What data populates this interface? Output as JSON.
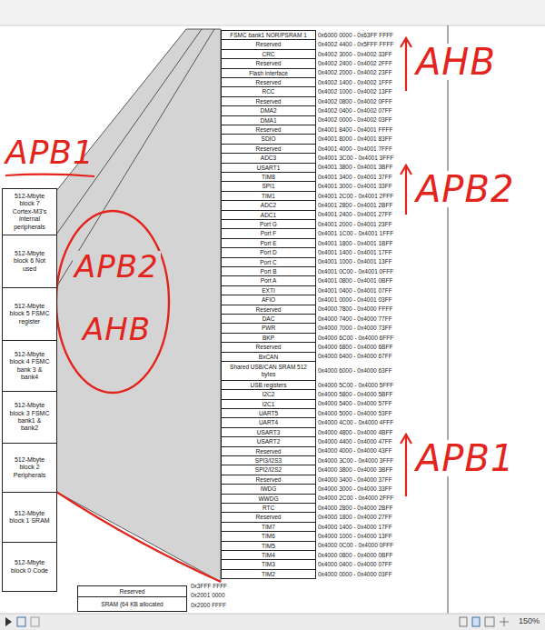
{
  "diagram": {
    "nodes": [
      {
        "text": [
          "512-Mbyte block 7 Cortex-M3's internal peripherals"
        ]
      },
      {
        "text": [
          "512-Mbyte block 6 Not used"
        ]
      },
      {
        "text": [
          "512-Mbyte block 5 FSMC register"
        ]
      },
      {
        "text": [
          "512-Mbyte block 4 FSMC bank 3 & bank4"
        ]
      },
      {
        "text": [
          "512-Mbyte block 3 FSMC bank1 & bank2"
        ]
      },
      {
        "text": [
          "512-Mbyte block 2 Peripherals"
        ]
      },
      {
        "text": [
          "512-Mbyte block 1 SRAM"
        ]
      },
      {
        "text": [
          "512-Mbyte block 0 Code"
        ]
      },
      {
        "text": [
          "FSMC bank1 NOR/PSRAM 1"
        ]
      },
      {
        "text": [
          "Reserved"
        ]
      },
      {
        "text": [
          "CRC"
        ]
      },
      {
        "text": [
          "Reserved"
        ]
      },
      {
        "text": [
          "Flash interface"
        ]
      },
      {
        "text": [
          "Reserved"
        ]
      },
      {
        "text": [
          "RCC"
        ]
      },
      {
        "text": [
          "Reserved"
        ]
      },
      {
        "text": [
          "DMA2"
        ]
      },
      {
        "text": [
          "DMA1"
        ]
      },
      {
        "text": [
          "Reserved"
        ]
      },
      {
        "text": [
          "SDIO"
        ]
      },
      {
        "text": [
          "Reserved"
        ]
      },
      {
        "text": [
          "ADC3"
        ]
      },
      {
        "text": [
          "USART1"
        ]
      },
      {
        "text": [
          "TIM8"
        ]
      },
      {
        "text": [
          "SPI1"
        ]
      },
      {
        "text": [
          "TIM1"
        ]
      },
      {
        "text": [
          "ADC2"
        ]
      },
      {
        "text": [
          "ADC1"
        ]
      },
      {
        "text": [
          "Port G"
        ]
      },
      {
        "text": [
          "Port F"
        ]
      },
      {
        "text": [
          "Port E"
        ]
      },
      {
        "text": [
          "Port D"
        ]
      },
      {
        "text": [
          "Port C"
        ]
      },
      {
        "text": [
          "Port B"
        ]
      },
      {
        "text": [
          "Port A"
        ]
      },
      {
        "text": [
          "EXTI"
        ]
      },
      {
        "text": [
          "AFIO"
        ]
      },
      {
        "text": [
          "Reserved"
        ]
      },
      {
        "text": [
          "DAC"
        ]
      },
      {
        "text": [
          "PWR"
        ]
      },
      {
        "text": [
          "BKP"
        ]
      },
      {
        "text": [
          "Reserved"
        ]
      },
      {
        "text": [
          "BxCAN"
        ]
      },
      {
        "text": [
          "Shared USB/CAN SRAM 512 bytes"
        ]
      },
      {
        "text": [
          "USB registers"
        ]
      },
      {
        "text": [
          "I2C2"
        ]
      },
      {
        "text": [
          "I2C1"
        ]
      },
      {
        "text": [
          "UART5"
        ]
      },
      {
        "text": [
          "UART4"
        ]
      },
      {
        "text": [
          "USART3"
        ]
      },
      {
        "text": [
          "USART2"
        ]
      },
      {
        "text": [
          "Reserved"
        ]
      },
      {
        "text": [
          "SPI3/I2S3"
        ]
      },
      {
        "text": [
          "SPI2/I2S2"
        ]
      },
      {
        "text": [
          "Reserved"
        ]
      },
      {
        "text": [
          "IWDG"
        ]
      },
      {
        "text": [
          "WWDG"
        ]
      },
      {
        "text": [
          "RTC"
        ]
      },
      {
        "text": [
          "Reserved"
        ]
      },
      {
        "text": [
          "TIM7"
        ]
      },
      {
        "text": [
          "TIM6"
        ]
      },
      {
        "text": [
          "TIM5"
        ]
      },
      {
        "text": [
          "TIM4"
        ]
      },
      {
        "text": [
          "TIM3"
        ]
      },
      {
        "text": [
          "TIM2"
        ]
      },
      {
        "text": [
          "Reserved"
        ]
      },
      {
        "text": [
          "SRAM (64 KB allocated"
        ]
      }
    ],
    "labels": [
      "0x6000 0000 - 0x63FF FFFF",
      "0x4002 4400 - 0x5FFF FFFF",
      "0x4002 3000 - 0x4002 33FF",
      "0x4002 2400 - 0x4002 2FFF",
      "0x4002 2000 - 0x4002 23FF",
      "0x4002 1400 - 0x4002 1FFF",
      "0x4002 1000 - 0x4002 13FF",
      "0x4002 0800 - 0x4002 0FFF",
      "0x4002 0400 - 0x4002 07FF",
      "0x4002 0000 - 0x4002 03FF",
      "0x4001 8400 - 0x4001 FFFF",
      "0x4001 8000 - 0x4001 83FF",
      "0x4001 4000 - 0x4001 7FFF",
      "0x4001 3C00 - 0x4001 3FFF",
      "0x4001 3800 - 0x4001 3BFF",
      "0x4001 3400 - 0x4001 37FF",
      "0x4001 3000 - 0x4001 33FF",
      "0x4001 2C00 - 0x4001 2FFF",
      "0x4001 2800 - 0x4001 2BFF",
      "0x4001 2400 - 0x4001 27FF",
      "0x4001 2000 - 0x4001 23FF",
      "0x4001 1C00 - 0x4001 1FFF",
      "0x4001 1800 - 0x4001 1BFF",
      "0x4001 1400 - 0x4001 17FF",
      "0x4001 1000 - 0x4001 13FF",
      "0x4001 0C00 - 0x4001 0FFF",
      "0x4001 0800 - 0x4001 0BFF",
      "0x4001 0400 - 0x4001 07FF",
      "0x4001 0000 - 0x4001 03FF",
      "0x4000 7800 - 0x4000 FFFF",
      "0x4000 7400 - 0x4000 77FF",
      "0x4000 7000 - 0x4000 73FF",
      "0x4000 6C00 - 0x4000 6FFF",
      "0x4000 6800 - 0x4000 6BFF",
      "0x4000 6400 - 0x4000 67FF",
      "0x4000 6000 - 0x4000 63FF",
      "0x4000 5C00 - 0x4000 5FFF",
      "0x4000 5800 - 0x4000 5BFF",
      "0x4000 5400 - 0x4000 57FF",
      "0x4000 5000 - 0x4000 53FF",
      "0x4000 4C00 - 0x4000 4FFF",
      "0x4000 4800 - 0x4000 4BFF",
      "0x4000 4400 - 0x4000 47FF",
      "0x4000 4000 - 0x4000 43FF",
      "0x4000 3C00 - 0x4000 3FFF",
      "0x4000 3800 - 0x4000 3BFF",
      "0x4000 3400 - 0x4000 37FF",
      "0x4000 3000 - 0x4000 33FF",
      "0x4000 2C00 - 0x4000 2FFF",
      "0x4000 2800 - 0x4000 2BFF",
      "0x4000 1800 - 0x4000 27FF",
      "0x4000 1400 - 0x4000 17FF",
      "0x4000 1000 - 0x4000 13FF",
      "0x4000 0C00 - 0x4000 0FFF",
      "0x4000 0800 - 0x4000 0BFF",
      "0x4000 0400 - 0x4000 07FF",
      "0x4000 0000 - 0x4000 03FF",
      "0x3FFF FFFF",
      "0x2001 0000",
      "0x2000 FFFF",
      "AHB",
      "APB1",
      "APB2",
      "APB2",
      "AHB",
      "APB1",
      "150%"
    ]
  }
}
